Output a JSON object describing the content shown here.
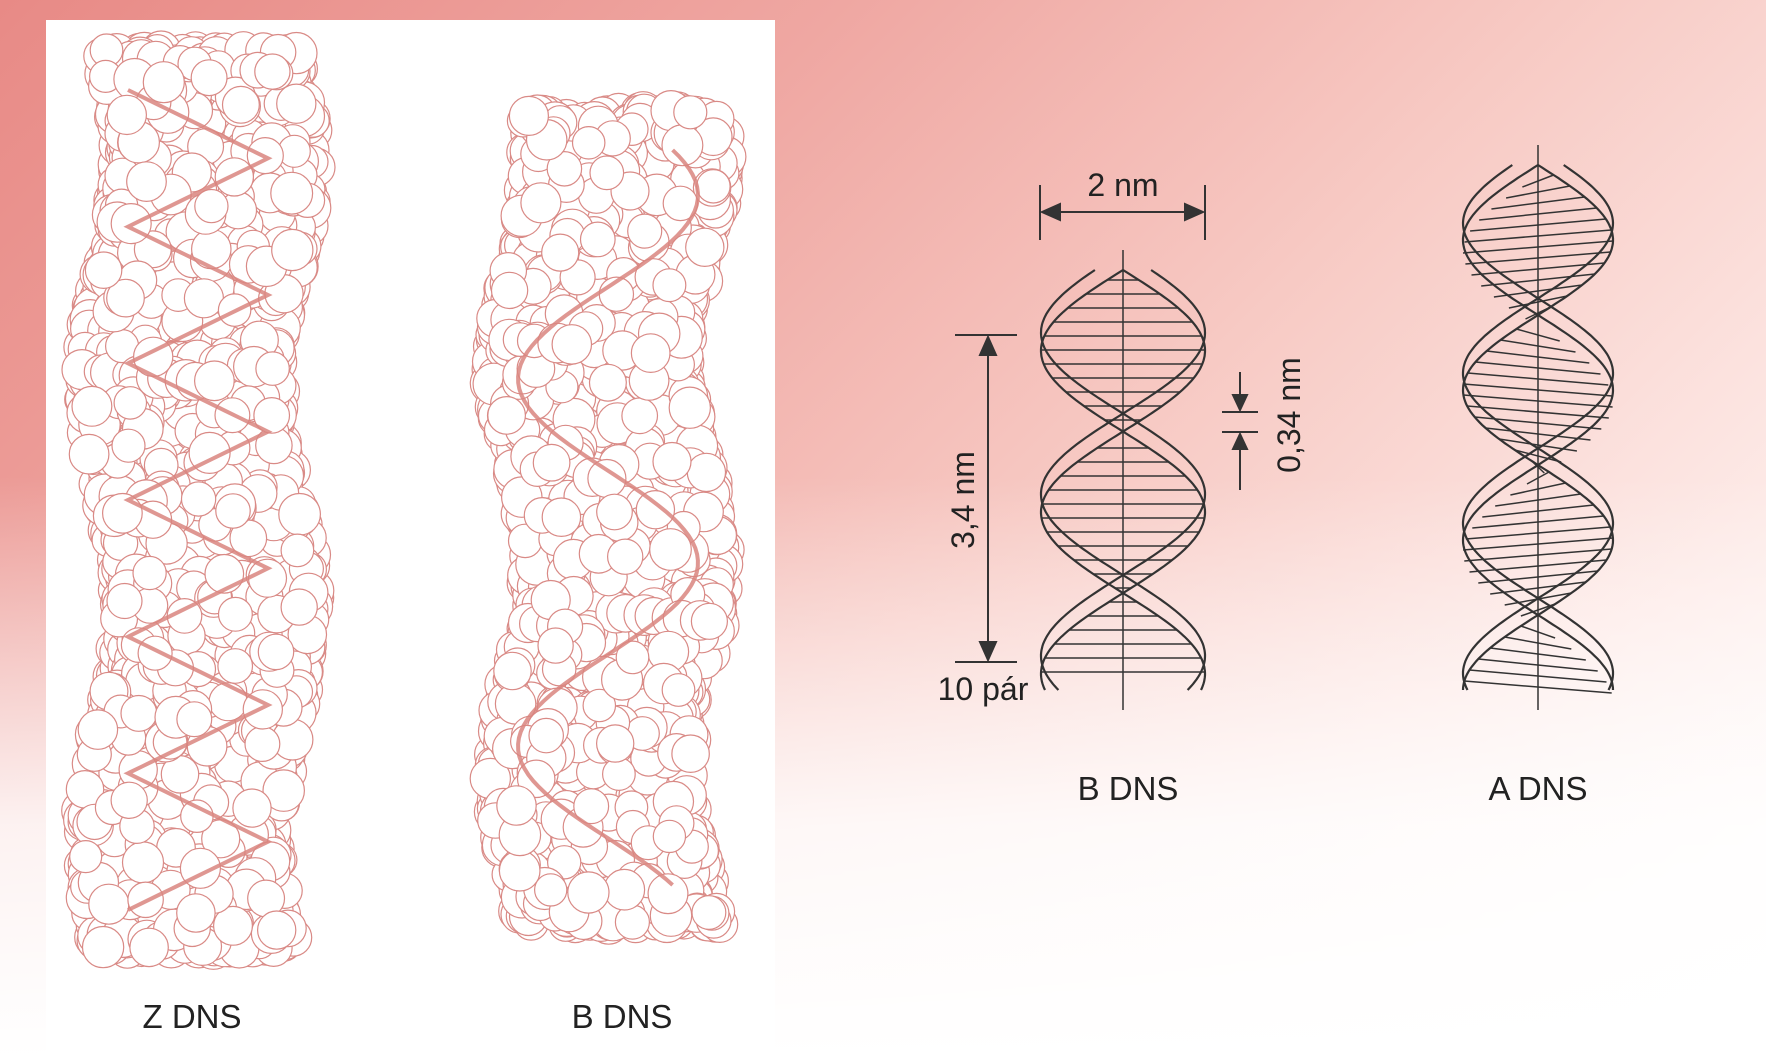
{
  "labels": {
    "z_dns": "Z DNS",
    "b_dns_model": "B DNS",
    "b_dns_diagram": "B DNS",
    "a_dns": "A DNS"
  },
  "dimensions": {
    "width": "2 nm",
    "pitch": "3,4 nm",
    "rise": "0,34 nm",
    "pairs": "10 pár"
  },
  "colors": {
    "atom_stroke": "#d98a86",
    "backbone": "#d9857f",
    "line": "#333333"
  }
}
